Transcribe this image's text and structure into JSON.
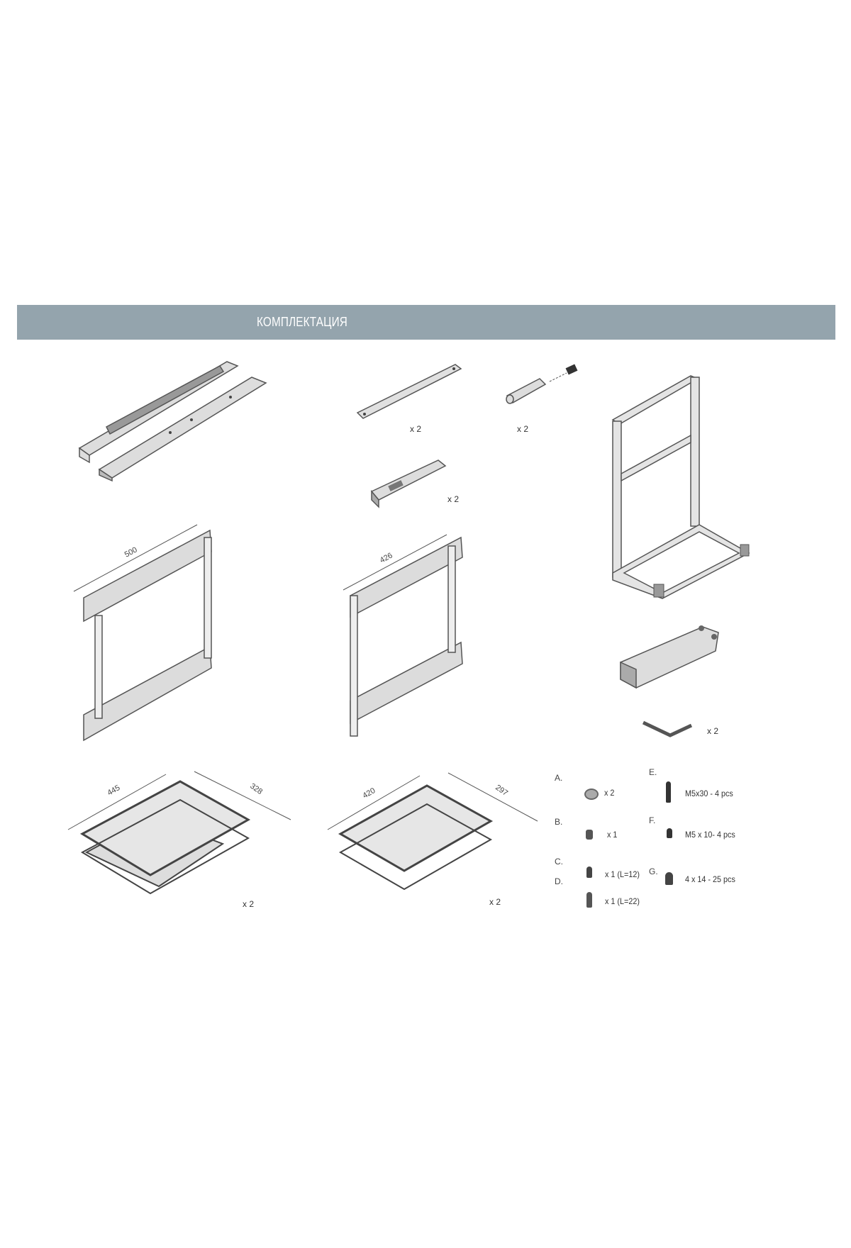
{
  "header": {
    "title": "КОМПЛЕКТАЦИЯ"
  },
  "parts": {
    "plate_qty": "x 2",
    "pin_qty": "x 2",
    "connector_qty": "x 2",
    "bracket_qty": "x 2",
    "basket_large_qty": "x 2",
    "basket_small_qty": "x 2"
  },
  "dimensions": {
    "frame_large_width": "500",
    "frame_small_width": "426",
    "basket_large_length": "445",
    "basket_large_width": "328",
    "basket_small_length": "420",
    "basket_small_width": "297"
  },
  "hardware": [
    {
      "letter": "A.",
      "qty": "x 2"
    },
    {
      "letter": "B.",
      "qty": "x 1"
    },
    {
      "letter": "C.",
      "qty": "x 1 (L=12)"
    },
    {
      "letter": "D.",
      "qty": "x 1 (L=22)"
    },
    {
      "letter": "E.",
      "qty": "M5x30 - 4 pcs"
    },
    {
      "letter": "F.",
      "qty": "M5 x 10- 4 pcs"
    },
    {
      "letter": "G.",
      "qty": "4 x 14 - 25 pcs"
    }
  ],
  "colors": {
    "band": "#94a4ad",
    "metal": "#d9d9d9",
    "outline": "#555555"
  }
}
